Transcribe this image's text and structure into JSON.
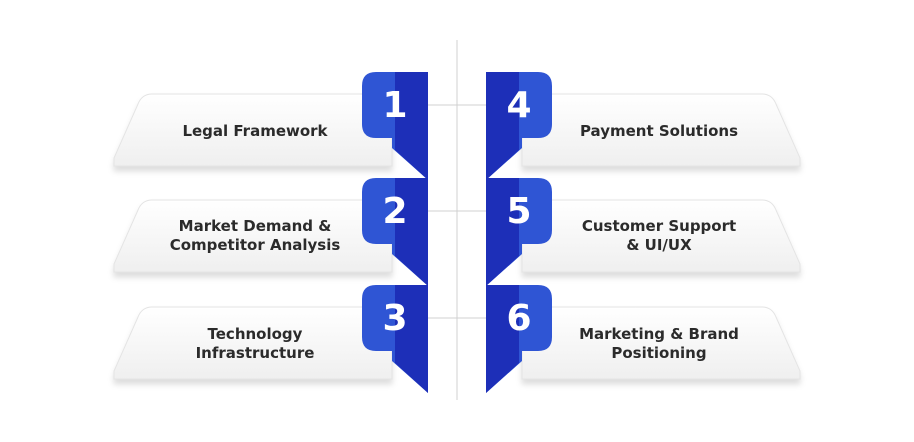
{
  "colors": {
    "accent": "#2f55d4",
    "accent_dark": "#1d2fb8",
    "card": "#f4f4f4",
    "text": "#2b2b2b",
    "line": "#d0d0d0"
  },
  "items": [
    {
      "number": "1",
      "lines": [
        "Legal Framework"
      ]
    },
    {
      "number": "2",
      "lines": [
        "Market Demand &",
        "Competitor Analysis"
      ]
    },
    {
      "number": "3",
      "lines": [
        "Technology",
        "Infrastructure"
      ]
    },
    {
      "number": "4",
      "lines": [
        "Payment Solutions"
      ]
    },
    {
      "number": "5",
      "lines": [
        "Customer Support",
        "& UI/UX"
      ]
    },
    {
      "number": "6",
      "lines": [
        "Marketing & Brand",
        "Positioning"
      ]
    }
  ]
}
